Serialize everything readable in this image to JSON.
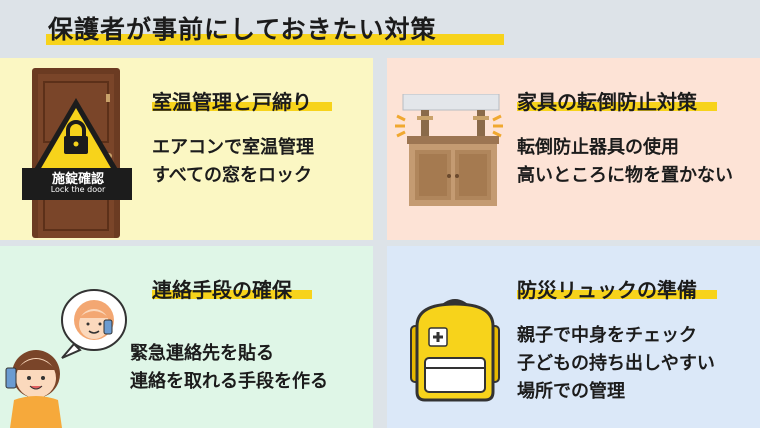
{
  "header": {
    "title": "保護者が事前にしておきたい対策"
  },
  "panels": [
    {
      "title": "室温管理と戸締り",
      "lines": [
        "エアコンで室温管理",
        "すべての窓をロック"
      ],
      "icon": "door-lock-sign-icon",
      "sign_text": "施錠確認",
      "sign_subtext": "Lock the door"
    },
    {
      "title": "家具の転倒防止対策",
      "lines": [
        "転倒防止器具の使用",
        "高いところに物を置かない"
      ],
      "icon": "furniture-brace-icon"
    },
    {
      "title": "連絡手段の確保",
      "lines": [
        "緊急連絡先を貼る",
        "連絡を取れる手段を作る"
      ],
      "icon": "phone-call-people-icon"
    },
    {
      "title": "防災リュックの準備",
      "lines": [
        "親子で中身をチェック",
        "子どもの持ち出しやすい",
        "場所での管理"
      ],
      "icon": "emergency-backpack-icon"
    }
  ],
  "colors": {
    "background": "#dde3e8",
    "accent_yellow": "#f7d31b",
    "panel_1": "#fbf7c3",
    "panel_2": "#fde3d6",
    "panel_3": "#dff6e7",
    "panel_4": "#dbe8f8"
  }
}
